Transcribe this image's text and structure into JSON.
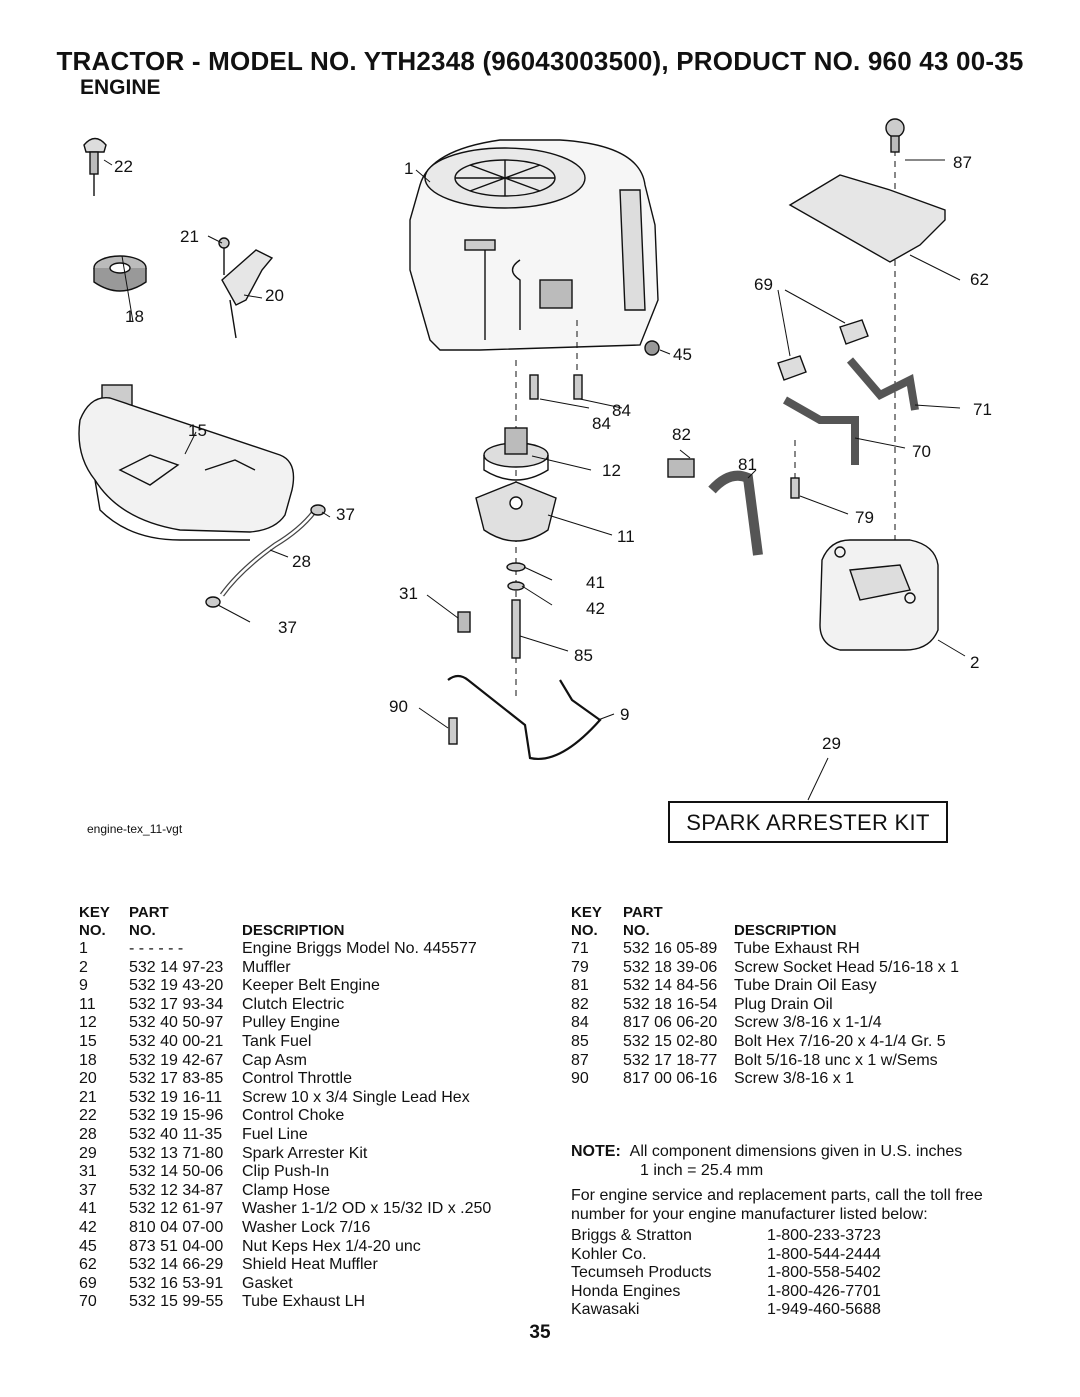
{
  "page": {
    "title": "TRACTOR - MODEL NO. YTH2348 (96043003500), PRODUCT NO. 960 43 00-35",
    "section": "ENGINE",
    "page_number": "35"
  },
  "diagram": {
    "caption": "engine-tex_11-vgt",
    "kit_box": "SPARK ARRESTER KIT",
    "callouts": {
      "c22": "22",
      "c21": "21",
      "c20": "20",
      "c18": "18",
      "c15": "15",
      "c37a": "37",
      "c28": "28",
      "c37b": "37",
      "c31": "31",
      "c1": "1",
      "c45": "45",
      "c84a": "84",
      "c84b": "84",
      "c12": "12",
      "c11": "11",
      "c41": "41",
      "c42": "42",
      "c85": "85",
      "c90": "90",
      "c9": "9",
      "c87": "87",
      "c69": "69",
      "c62": "62",
      "c71": "71",
      "c82": "82",
      "c70": "70",
      "c81": "81",
      "c79": "79",
      "c2": "2",
      "c29": "29"
    }
  },
  "table_headers": {
    "key": "KEY",
    "part": "PART",
    "no1": "NO.",
    "no2": "NO.",
    "desc": "DESCRIPTION"
  },
  "parts_left": [
    {
      "key": "1",
      "part": "- - - - - -",
      "desc": "Engine Briggs Model No. 445577"
    },
    {
      "key": "2",
      "part": "532 14 97-23",
      "desc": "Muffler"
    },
    {
      "key": "9",
      "part": "532 19 43-20",
      "desc": "Keeper Belt Engine"
    },
    {
      "key": "11",
      "part": "532 17 93-34",
      "desc": "Clutch Electric"
    },
    {
      "key": "12",
      "part": "532 40 50-97",
      "desc": "Pulley Engine"
    },
    {
      "key": "15",
      "part": "532 40 00-21",
      "desc": "Tank Fuel"
    },
    {
      "key": "18",
      "part": "532 19 42-67",
      "desc": "Cap Asm"
    },
    {
      "key": "20",
      "part": "532 17 83-85",
      "desc": "Control Throttle"
    },
    {
      "key": "21",
      "part": "532 19 16-11",
      "desc": "Screw 10 x 3/4 Single Lead Hex"
    },
    {
      "key": "22",
      "part": "532 19 15-96",
      "desc": "Control Choke"
    },
    {
      "key": "28",
      "part": "532 40 11-35",
      "desc": "Fuel Line"
    },
    {
      "key": "29",
      "part": "532 13 71-80",
      "desc": "Spark Arrester Kit"
    },
    {
      "key": "31",
      "part": "532 14 50-06",
      "desc": "Clip Push-In"
    },
    {
      "key": "37",
      "part": "532 12 34-87",
      "desc": "Clamp Hose"
    },
    {
      "key": "41",
      "part": "532 12 61-97",
      "desc": "Washer 1-1/2 OD x 15/32 ID x .250"
    },
    {
      "key": "42",
      "part": "810 04 07-00",
      "desc": "Washer Lock 7/16"
    },
    {
      "key": "45",
      "part": "873 51 04-00",
      "desc": "Nut Keps Hex 1/4-20 unc"
    },
    {
      "key": "62",
      "part": "532 14 66-29",
      "desc": "Shield Heat Muffler"
    },
    {
      "key": "69",
      "part": "532 16 53-91",
      "desc": "Gasket"
    },
    {
      "key": "70",
      "part": "532 15 99-55",
      "desc": "Tube Exhaust LH"
    }
  ],
  "parts_right": [
    {
      "key": "71",
      "part": "532 16 05-89",
      "desc": "Tube Exhaust RH"
    },
    {
      "key": "79",
      "part": "532 18 39-06",
      "desc": "Screw Socket Head 5/16-18 x 1"
    },
    {
      "key": "81",
      "part": "532 14 84-56",
      "desc": "Tube Drain Oil Easy"
    },
    {
      "key": "82",
      "part": "532 18 16-54",
      "desc": "Plug Drain Oil"
    },
    {
      "key": "84",
      "part": "817 06 06-20",
      "desc": "Screw 3/8-16 x 1-1/4"
    },
    {
      "key": "85",
      "part": "532 15 02-80",
      "desc": "Bolt Hex 7/16-20 x 4-1/4 Gr. 5"
    },
    {
      "key": "87",
      "part": "532 17 18-77",
      "desc": "Bolt 5/16-18 unc x 1 w/Sems"
    },
    {
      "key": "90",
      "part": "817 00 06-16",
      "desc": "Screw 3/8-16 x 1"
    }
  ],
  "note": {
    "label": "NOTE:",
    "line1": "All component dimensions given in U.S. inches",
    "line2": "1 inch = 25.4 mm"
  },
  "service": {
    "line1": "For engine service and replacement parts, call the toll free",
    "line2": "number for your engine manufacturer listed below:"
  },
  "manufacturers": [
    {
      "name": "Briggs & Stratton",
      "phone": "1-800-233-3723"
    },
    {
      "name": "Kohler Co.",
      "phone": "1-800-544-2444"
    },
    {
      "name": "Tecumseh Products",
      "phone": "1-800-558-5402"
    },
    {
      "name": "Honda Engines",
      "phone": "1-800-426-7701"
    },
    {
      "name": "Kawasaki",
      "phone": "1-949-460-5688"
    }
  ]
}
